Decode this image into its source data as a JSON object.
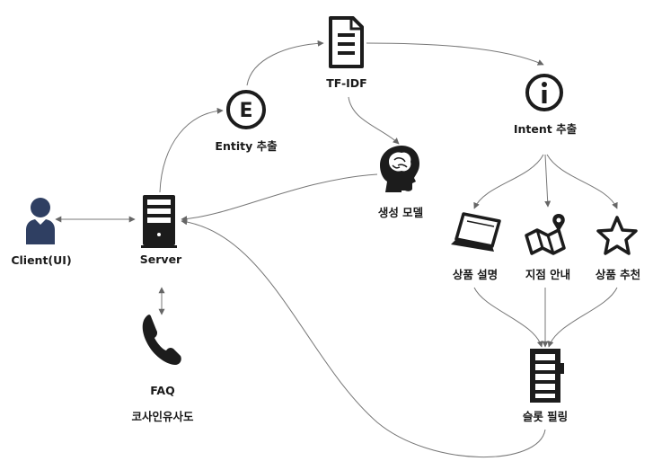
{
  "nodes": {
    "client": {
      "label": "Client(UI)",
      "icon": "user-icon"
    },
    "server": {
      "label": "Server",
      "icon": "server-icon"
    },
    "faq": {
      "label": "FAQ",
      "sublabel": "코사인유사도",
      "icon": "phone-icon"
    },
    "entity": {
      "label": "Entity 추출",
      "icon": "letter-e-icon"
    },
    "tfidf": {
      "label": "TF-IDF",
      "icon": "document-icon"
    },
    "generation": {
      "label": "생성 모델",
      "icon": "brain-head-icon"
    },
    "intent": {
      "label": "Intent 추출",
      "icon": "info-icon"
    },
    "product_desc": {
      "label": "상품 설명",
      "icon": "laptop-icon"
    },
    "store_guide": {
      "label": "지점 안내",
      "icon": "map-icon"
    },
    "product_rec": {
      "label": "상품 추천",
      "icon": "star-icon"
    },
    "slot_filling": {
      "label": "슬롯 필링",
      "icon": "slots-icon"
    }
  },
  "colors": {
    "user_icon": "#2f3f62",
    "icon_dark": "#1c1c1c",
    "edge": "#666666"
  }
}
